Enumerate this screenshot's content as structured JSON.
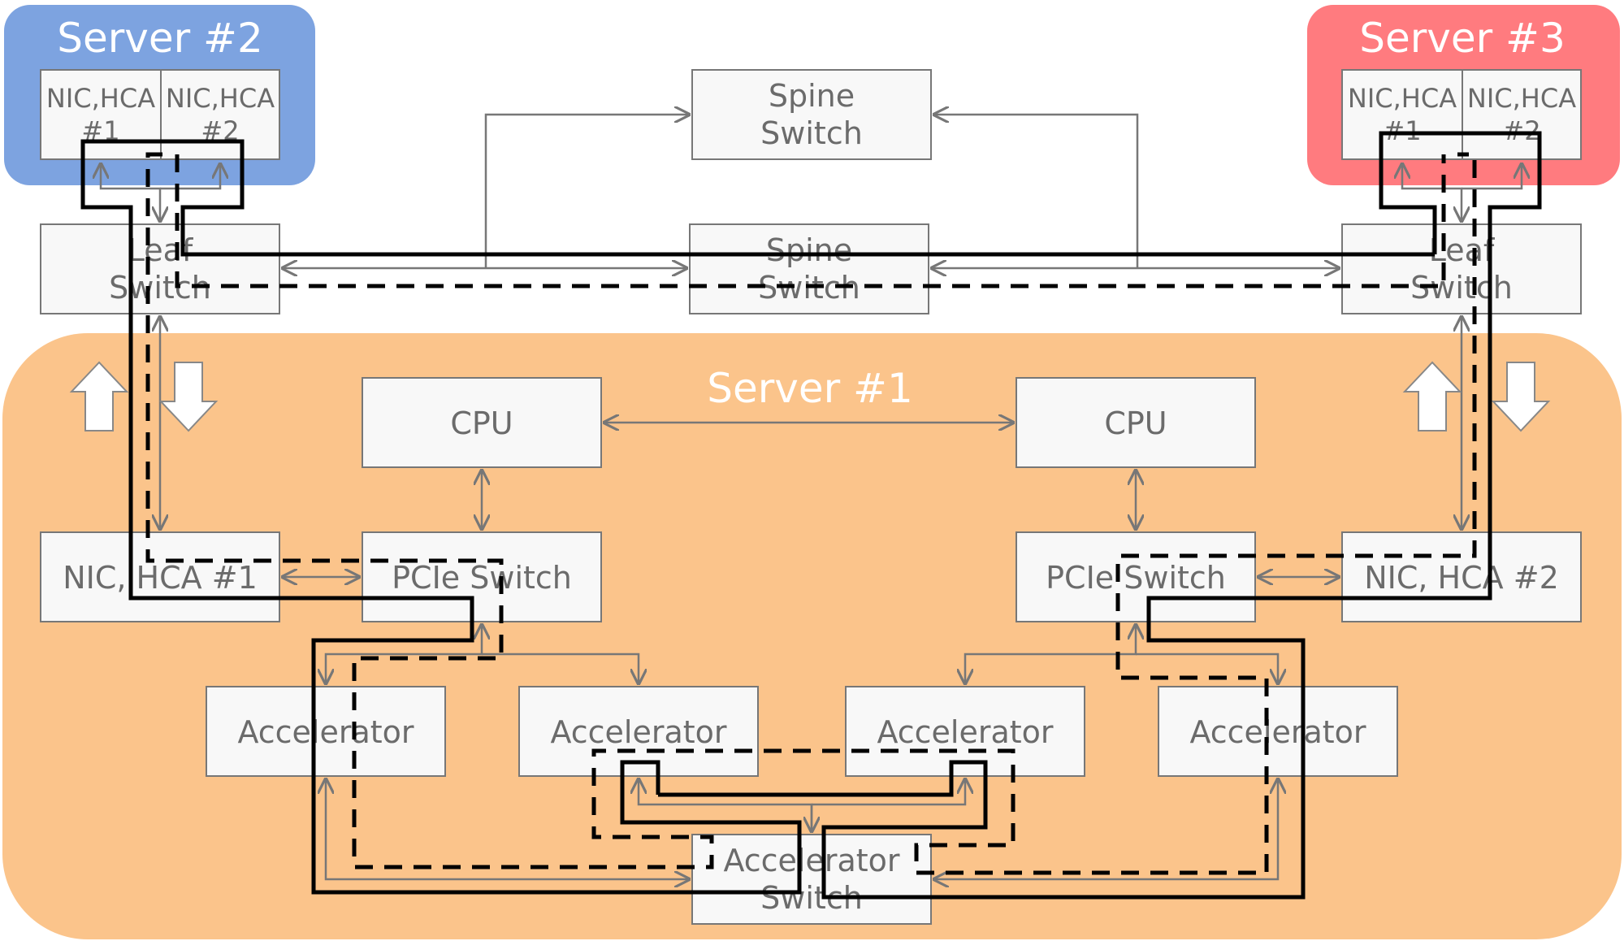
{
  "colors": {
    "server1_bg": "#fbc48b",
    "server2_bg": "#7da3e0",
    "server3_bg": "#ff7b7f",
    "box_fill": "#f8f8f8",
    "box_stroke": "#777777",
    "connector": "#777777",
    "path": "#000000"
  },
  "servers": {
    "server1": {
      "title": "Server #1"
    },
    "server2": {
      "title": "Server #2",
      "nic1": [
        "NIC,HCA",
        "#1"
      ],
      "nic2": [
        "NIC,HCA",
        "#2"
      ]
    },
    "server3": {
      "title": "Server #3",
      "nic1": [
        "NIC,HCA",
        "#1"
      ],
      "nic2": [
        "NIC,HCA",
        "#2"
      ]
    }
  },
  "network": {
    "spine_top": [
      "Spine",
      "Switch"
    ],
    "spine_mid": [
      "Spine",
      "Switch"
    ],
    "leaf_left": [
      "Leaf",
      "Switch"
    ],
    "leaf_right": [
      "Leaf",
      "Switch"
    ]
  },
  "server1_components": {
    "cpu_left": "CPU",
    "cpu_right": "CPU",
    "nic_left": "NIC, HCA #1",
    "nic_right": "NIC, HCA #2",
    "pcie_left": "PCIe Switch",
    "pcie_right": "PCIe Switch",
    "accelerators": [
      "Accelerator",
      "Accelerator",
      "Accelerator",
      "Accelerator"
    ],
    "accel_switch": [
      "Accelerator",
      "Switch"
    ]
  },
  "icons": {
    "upload": "arrow-up-icon",
    "download": "arrow-down-icon"
  }
}
